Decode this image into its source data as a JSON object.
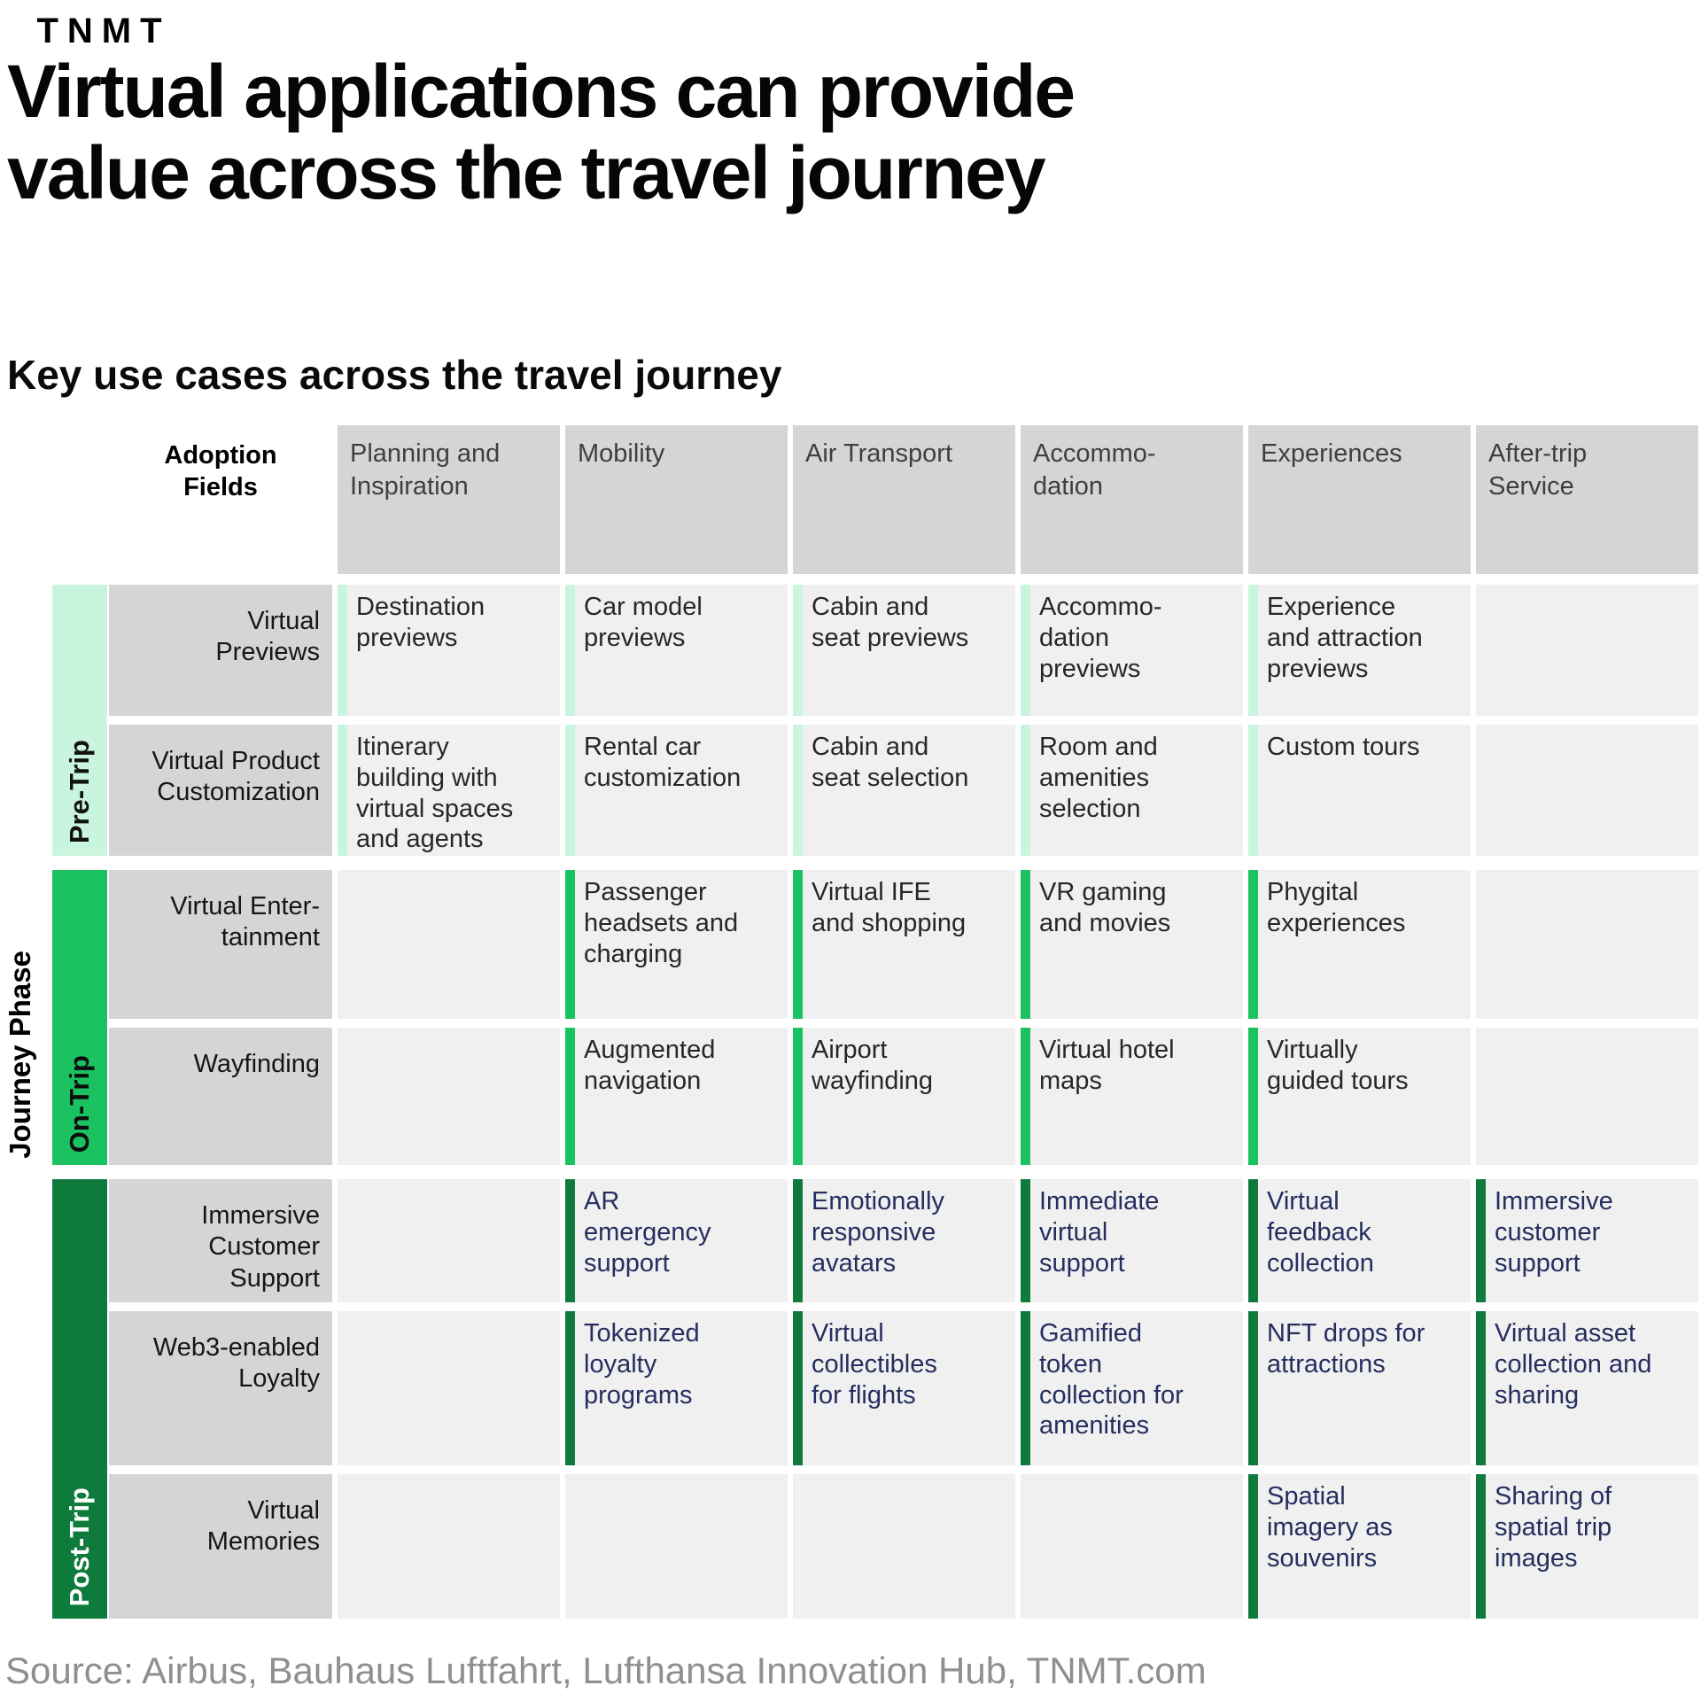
{
  "logo": {
    "text": "TNMT",
    "background": "#00ec7b"
  },
  "title": {
    "text": "Virtual applications can provide\nvalue across the travel journey"
  },
  "subtitle": "Key use cases across the travel journey",
  "source": "Source: Airbus, Bauhaus Luftfahrt, Lufthansa Innovation Hub, TNMT.com",
  "colors": {
    "logo_green": "#00ec7b",
    "header_gray": "#d5d5d5",
    "cell_gray": "#f0f0f0",
    "pre_trip_green": "#c9f4dd",
    "on_trip_green": "#1bc261",
    "post_trip_green": "#0e7b3d",
    "post_trip_text_navy": "#262e5f"
  },
  "chart_data": {
    "type": "table",
    "title": "Virtual applications can provide value across the travel journey",
    "subtitle": "Key use cases across the travel journey",
    "corner_label": "Adoption\nFields",
    "row_axis_label": "Journey Phase",
    "columns": [
      "Planning and\nInspiration",
      "Mobility",
      "Air Transport",
      "Accommo-\ndation",
      "Experiences",
      "After-trip\nService"
    ],
    "phases": [
      {
        "label": "Pre-Trip",
        "band_color": "#c9f4dd",
        "label_text_color": "#121212",
        "cell_text_color": "#272727",
        "rows": [
          {
            "label": "Virtual\nPreviews",
            "cells": [
              "Destination\npreviews",
              "Car model\npreviews",
              "Cabin and\nseat previews",
              "Accommo-\ndation\npreviews",
              "Experience\nand attraction\npreviews",
              ""
            ]
          },
          {
            "label": "Virtual Product\nCustomization",
            "cells": [
              "Itinerary\nbuilding with\nvirtual spaces\nand agents",
              "Rental car\ncustomization",
              "Cabin and\nseat selection",
              "Room and\namenities\nselection",
              "Custom tours",
              ""
            ]
          }
        ]
      },
      {
        "label": "On-Trip",
        "band_color": "#1bc261",
        "label_text_color": "#0d0d0d",
        "cell_text_color": "#272727",
        "rows": [
          {
            "label": "Virtual Enter-\ntainment",
            "cells": [
              "",
              "Passenger\nheadsets and\ncharging",
              "Virtual IFE\nand shopping",
              "VR gaming\nand movies",
              "Phygital\nexperiences",
              ""
            ]
          },
          {
            "label": "Wayfinding",
            "cells": [
              "",
              "Augmented\nnavigation",
              "Airport\nwayfinding",
              "Virtual hotel\nmaps",
              "Virtually\nguided tours",
              ""
            ]
          }
        ]
      },
      {
        "label": "Post-Trip",
        "band_color": "#0e7b3d",
        "label_text_color": "#ffffff",
        "cell_text_color": "#262e5f",
        "rows": [
          {
            "label": "Immersive\nCustomer\nSupport",
            "cells": [
              "",
              "AR\nemergency\nsupport",
              "Emotionally\nresponsive\navatars",
              "Immediate\nvirtual\nsupport",
              "Virtual\nfeedback\ncollection",
              "Immersive\ncustomer\nsupport"
            ]
          },
          {
            "label": "Web3-enabled\nLoyalty",
            "cells": [
              "",
              "Tokenized\nloyalty\nprograms",
              "Virtual\ncollectibles\nfor flights",
              "Gamified\ntoken\ncollection for\namenities",
              "NFT drops for\nattractions",
              "Virtual asset\ncollection and\nsharing"
            ]
          },
          {
            "label": "Virtual\nMemories",
            "cells": [
              "",
              "",
              "",
              "",
              "Spatial\nimagery as\nsouvenirs",
              "Sharing of\nspatial trip\nimages"
            ]
          }
        ]
      }
    ]
  }
}
